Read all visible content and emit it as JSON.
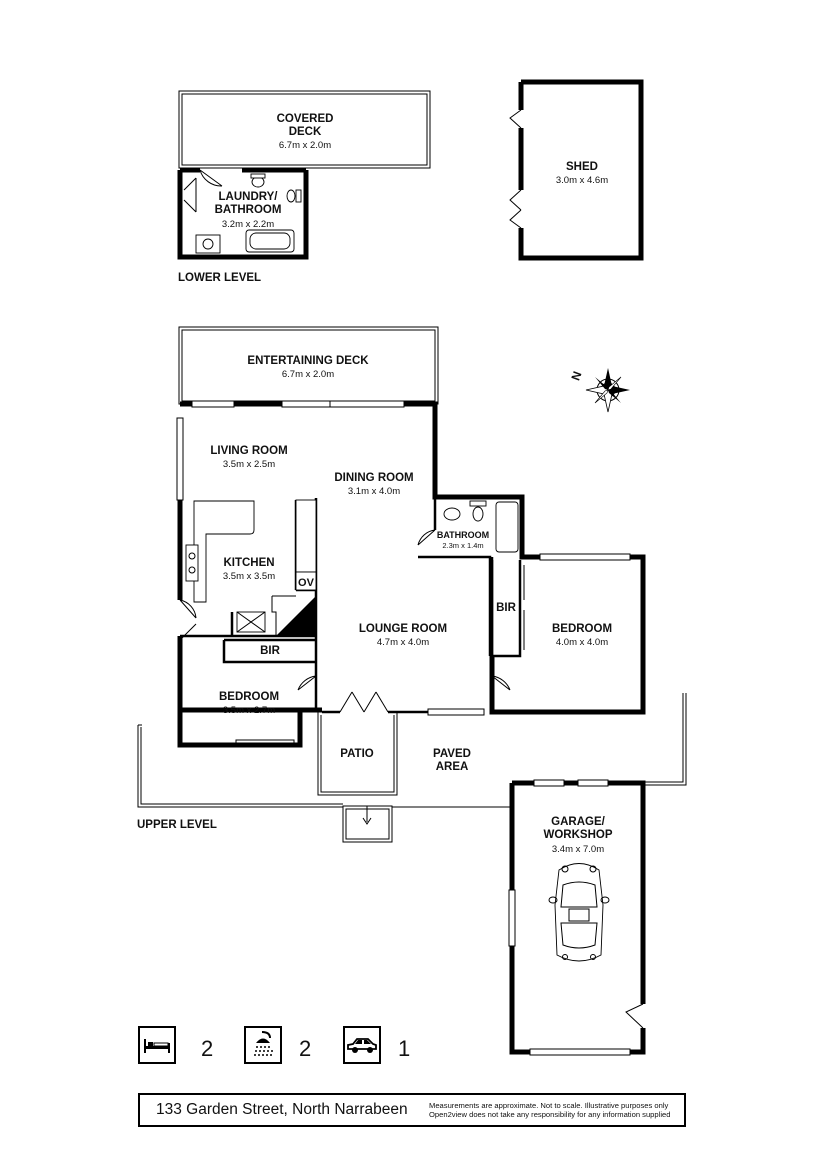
{
  "lower_level": {
    "label": "LOWER LEVEL",
    "covered_deck": {
      "name": "COVERED\nDECK",
      "dims": "6.7m x 2.0m"
    },
    "laundry": {
      "name": "LAUNDRY/\nBATHROOM",
      "dims": "3.2m x 2.2m"
    },
    "shed": {
      "name": "SHED",
      "dims": "3.0m x 4.6m"
    }
  },
  "upper_level": {
    "label": "UPPER LEVEL",
    "entertaining_deck": {
      "name": "ENTERTAINING DECK",
      "dims": "6.7m x 2.0m"
    },
    "living_room": {
      "name": "LIVING ROOM",
      "dims": "3.5m x 2.5m"
    },
    "dining_room": {
      "name": "DINING ROOM",
      "dims": "3.1m x 4.0m"
    },
    "kitchen": {
      "name": "KITCHEN",
      "dims": "3.5m x 3.5m"
    },
    "oven_label": "OV",
    "bathroom": {
      "name": "BATHROOM",
      "dims": "2.3m x 1.4m"
    },
    "bir_bed1": "BIR",
    "bir_bed2": "BIR",
    "bedroom_main": {
      "name": "BEDROOM",
      "dims": "4.0m x 4.0m"
    },
    "lounge_room": {
      "name": "LOUNGE ROOM",
      "dims": "4.7m x 4.0m"
    },
    "bedroom_small": {
      "name": "BEDROOM",
      "dims": "3.5m x 2.7m"
    },
    "patio": {
      "name": "PATIO"
    },
    "paved_area": {
      "name": "PAVED\nAREA"
    },
    "garage": {
      "name": "GARAGE/\nWORKSHOP",
      "dims": "3.4m x 7.0m"
    }
  },
  "legend": {
    "bedrooms": "2",
    "bathrooms": "2",
    "car_spaces": "1",
    "bed_icon": "bed-icon",
    "shower_icon": "shower-icon",
    "car_icon": "car-icon"
  },
  "footer": {
    "address": "133 Garden Street, North Narrabeen",
    "disclaimer": "Measurements are approximate. Not to scale. Illustrative purposes only\nOpen2view does not take any responsibility for any information supplied"
  },
  "compass": {
    "north_label": "N"
  }
}
